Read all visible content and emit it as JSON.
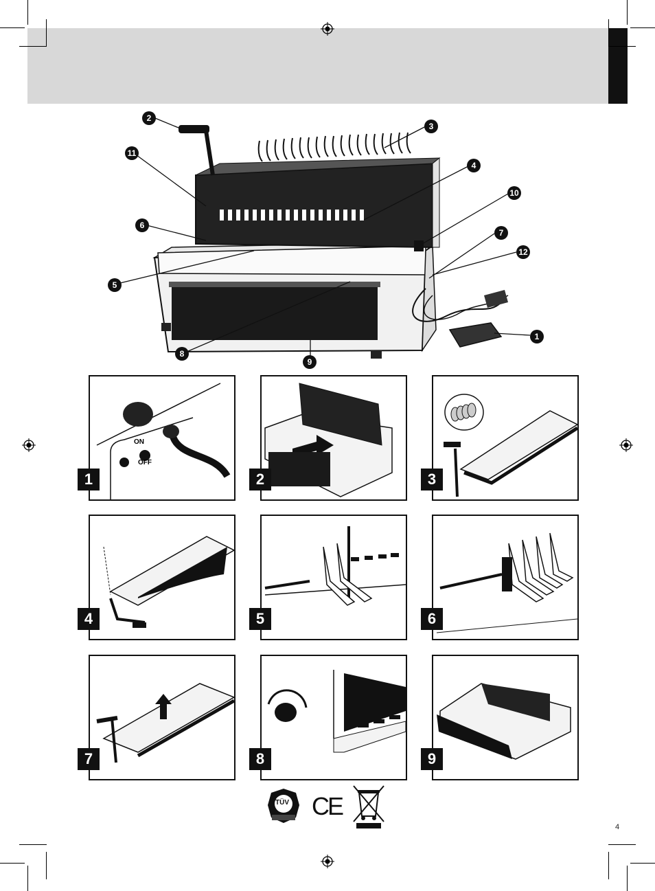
{
  "callouts": [
    "1",
    "2",
    "3",
    "4",
    "5",
    "6",
    "7",
    "8",
    "9",
    "10",
    "11",
    "12"
  ],
  "steps": [
    "1",
    "2",
    "3",
    "4",
    "5",
    "6",
    "7",
    "8",
    "9"
  ],
  "panel1": {
    "on_label": "ON",
    "off_label": "OFF"
  },
  "certifications": {
    "tuv_label": "TÜV",
    "ce_label": "CE"
  },
  "page_number": "4",
  "colors": {
    "header_band": "#d8d8d8",
    "ink": "#111111",
    "paper": "#ffffff"
  }
}
